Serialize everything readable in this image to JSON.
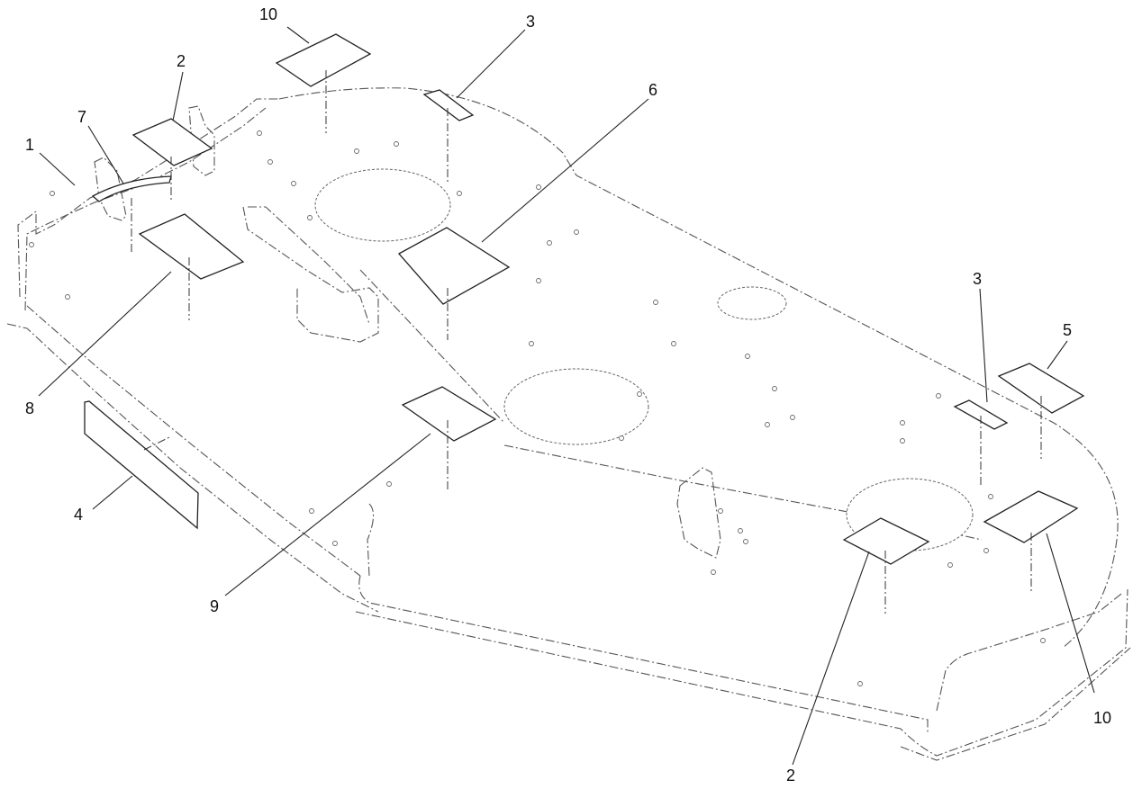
{
  "diagram": {
    "callouts": [
      {
        "id": "c1",
        "label": "1"
      },
      {
        "id": "c2a",
        "label": "2"
      },
      {
        "id": "c2b",
        "label": "2"
      },
      {
        "id": "c3a",
        "label": "3"
      },
      {
        "id": "c3b",
        "label": "3"
      },
      {
        "id": "c4",
        "label": "4"
      },
      {
        "id": "c5",
        "label": "5"
      },
      {
        "id": "c6",
        "label": "6"
      },
      {
        "id": "c7",
        "label": "7"
      },
      {
        "id": "c8",
        "label": "8"
      },
      {
        "id": "c9",
        "label": "9"
      },
      {
        "id": "c10a",
        "label": "10"
      },
      {
        "id": "c10b",
        "label": "10"
      }
    ]
  }
}
